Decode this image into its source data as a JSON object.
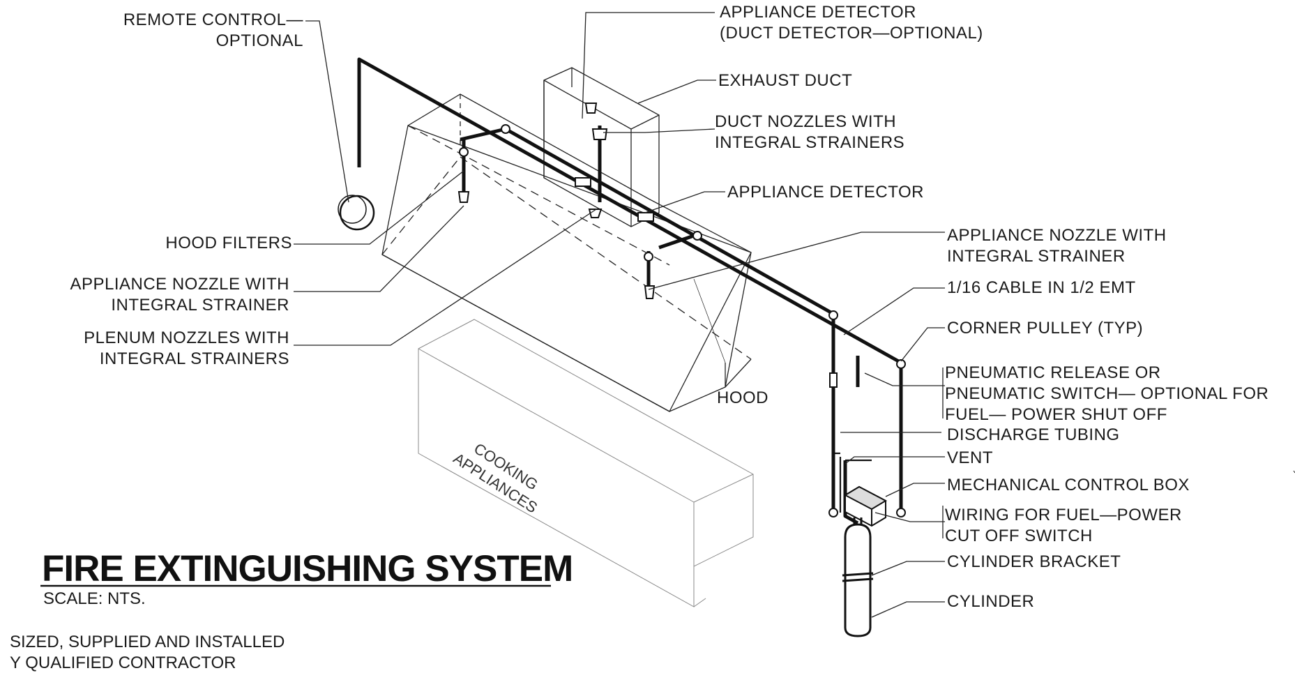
{
  "title": "FIRE EXTINGUISHING SYSTEM",
  "scale": "SCALE: NTS.",
  "note": {
    "line1": "SIZED, SUPPLIED AND INSTALLED",
    "line2": "Y QUALIFIED CONTRACTOR"
  },
  "labels": {
    "remote_control": [
      "REMOTE CONTROL—",
      "OPTIONAL"
    ],
    "appliance_detector_top": [
      "APPLIANCE DETECTOR",
      "(DUCT DETECTOR—OPTIONAL)"
    ],
    "exhaust_duct": "EXHAUST DUCT",
    "duct_nozzles": [
      "DUCT NOZZLES WITH",
      "INTEGRAL STRAINERS"
    ],
    "appliance_detector": "APPLIANCE DETECTOR",
    "hood_filters": "HOOD FILTERS",
    "appliance_nozzle_left": [
      "APPLIANCE NOZZLE WITH",
      "INTEGRAL STRAINER"
    ],
    "plenum_nozzles": [
      "PLENUM NOZZLES WITH",
      "INTEGRAL STRAINERS"
    ],
    "appliance_nozzle_right": [
      "APPLIANCE NOZZLE WITH",
      "INTEGRAL STRAINER"
    ],
    "cable": "1/16 CABLE IN 1/2 EMT",
    "corner_pulley": "CORNER PULLEY (TYP)",
    "pneumatic": [
      "PNEUMATIC RELEASE OR",
      "PNEUMATIC SWITCH— OPTIONAL FOR",
      "FUEL— POWER SHUT OFF"
    ],
    "discharge_tubing": "DISCHARGE TUBING",
    "vent": "VENT",
    "mech_box": "MECHANICAL CONTROL BOX",
    "wiring": [
      "WIRING FOR FUEL—POWER",
      "CUT OFF SWITCH"
    ],
    "cylinder_bracket": "CYLINDER BRACKET",
    "cylinder": "CYLINDER",
    "hood": "HOOD",
    "cooking": [
      "COOKING",
      "APPLIANCES"
    ]
  }
}
